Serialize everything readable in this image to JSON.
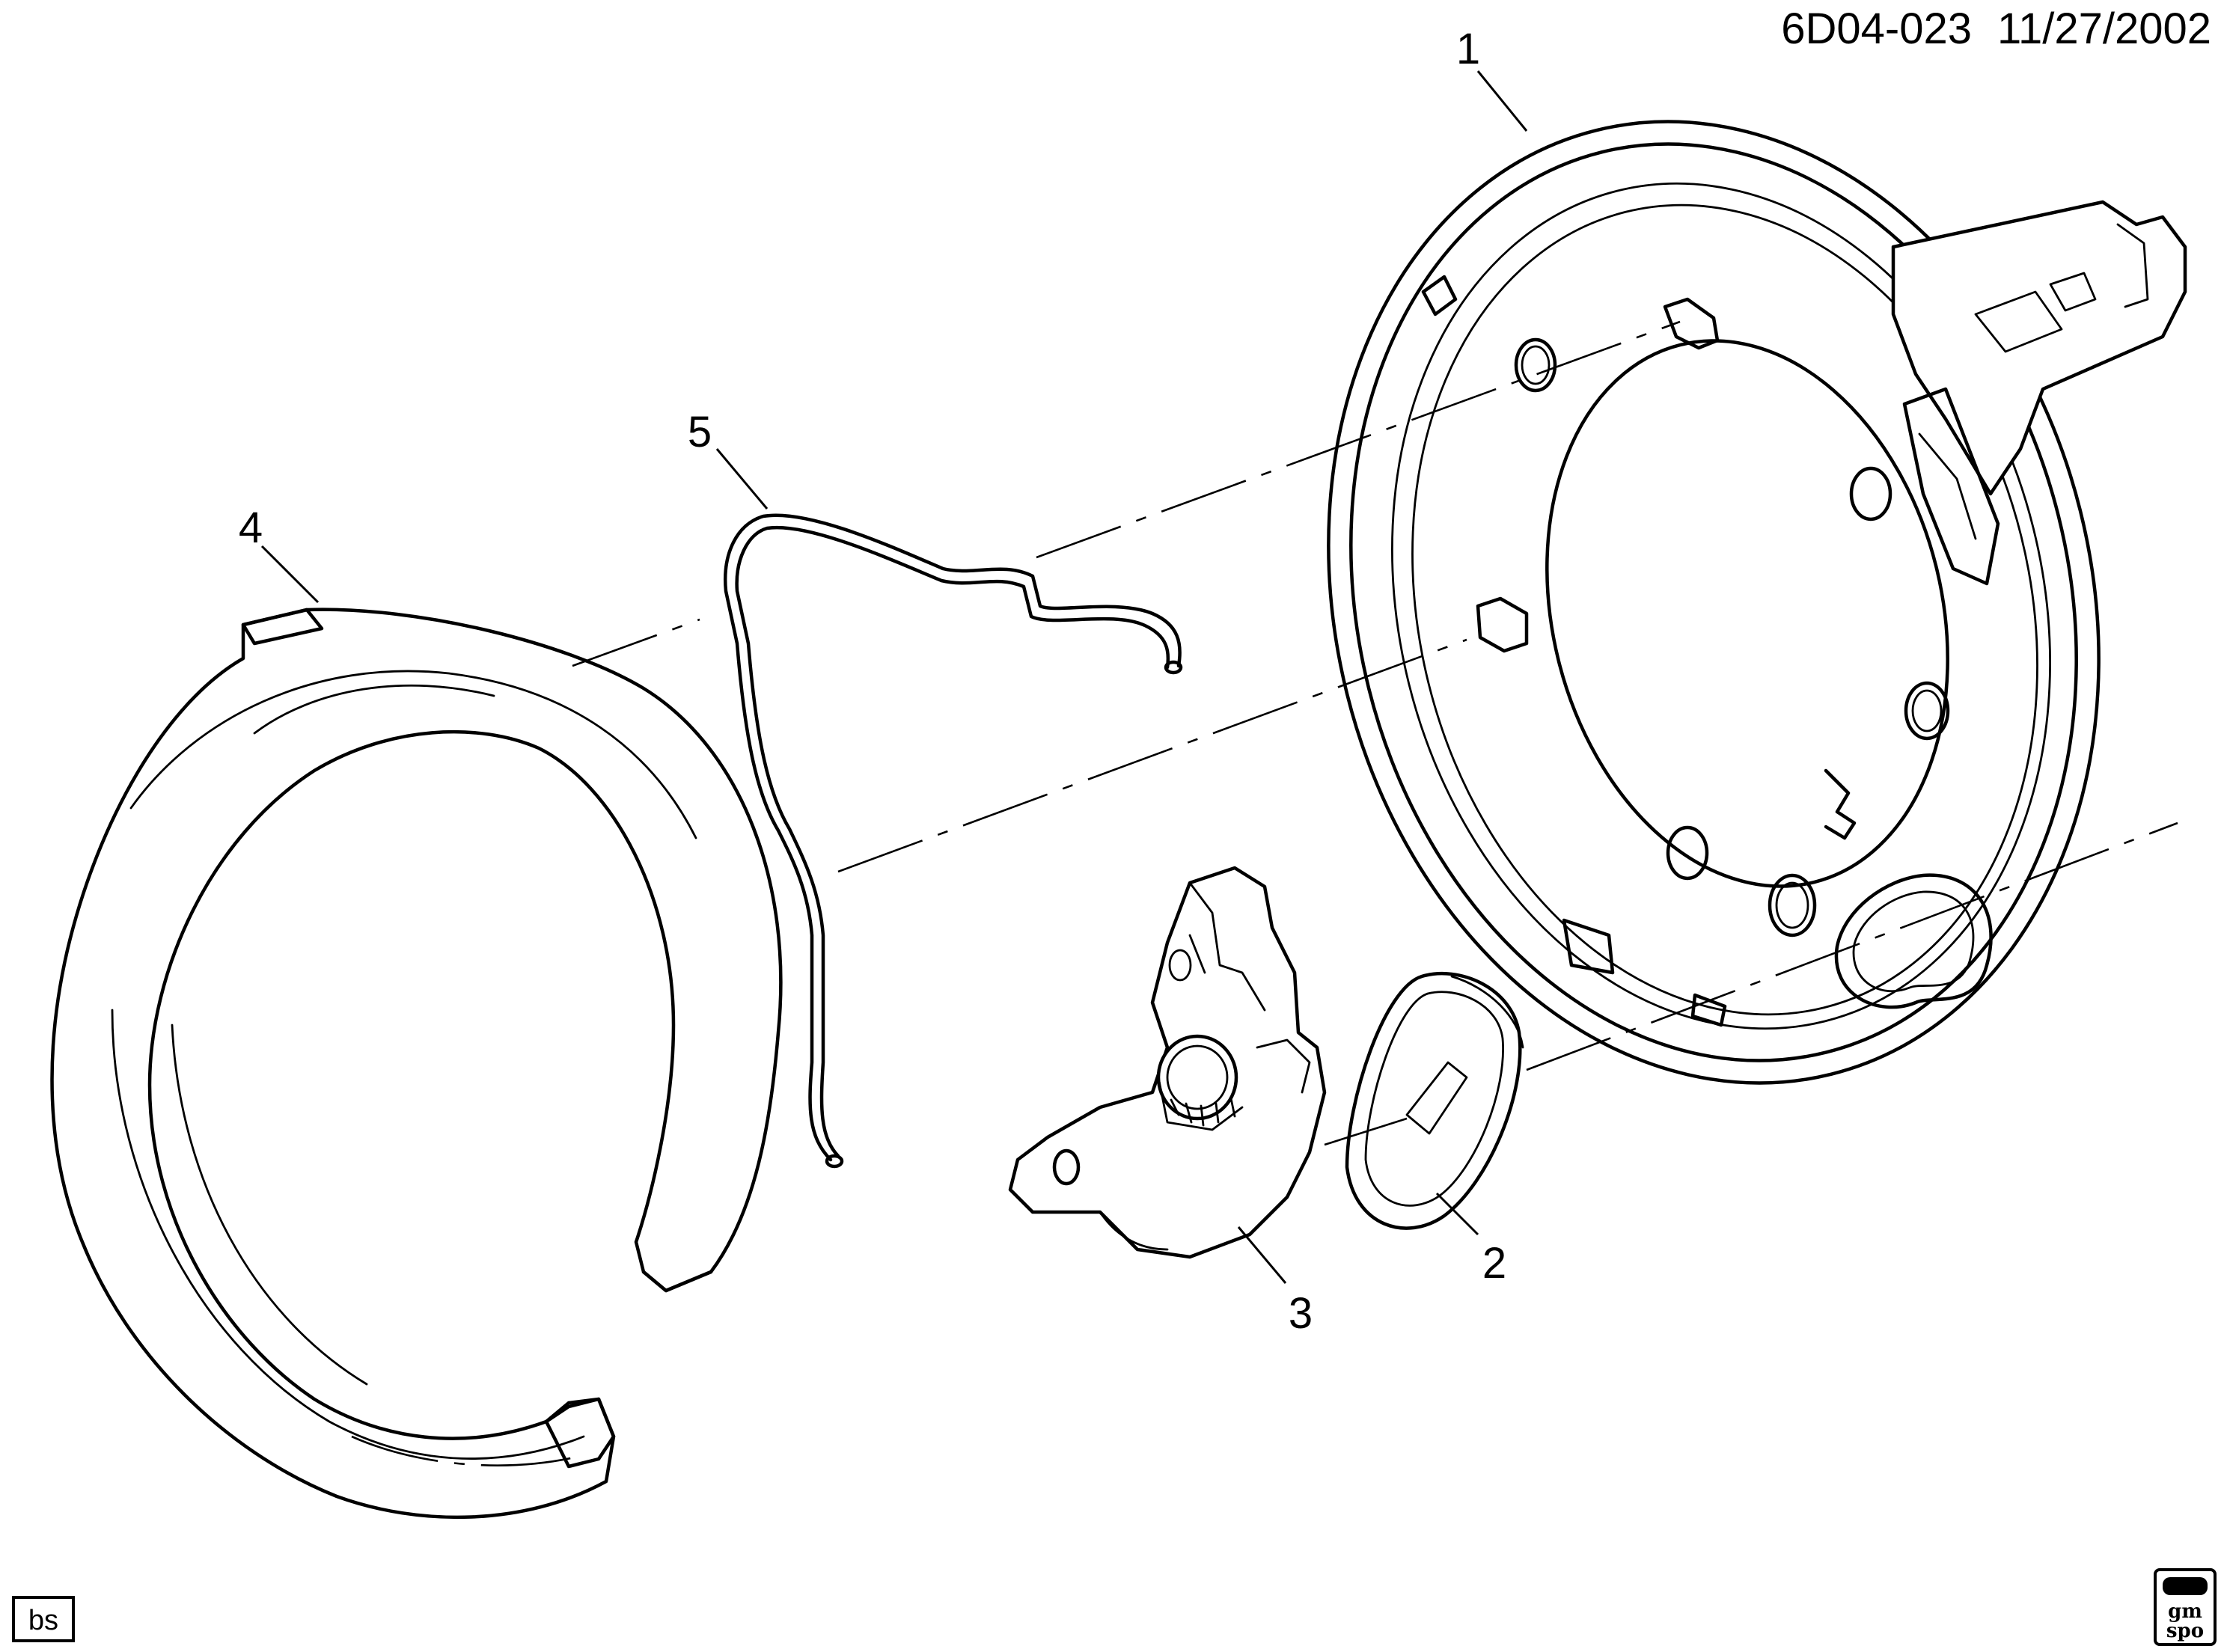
{
  "header": {
    "diagram_code": "6D04-023",
    "date": "11/27/2002"
  },
  "callouts": [
    {
      "id": "1",
      "label": "1"
    },
    {
      "id": "2",
      "label": "2"
    },
    {
      "id": "3",
      "label": "3"
    },
    {
      "id": "4",
      "label": "4"
    },
    {
      "id": "5",
      "label": "5"
    }
  ],
  "footer": {
    "badge": "bs",
    "logo_line1": "gm",
    "logo_line2": "spo"
  }
}
